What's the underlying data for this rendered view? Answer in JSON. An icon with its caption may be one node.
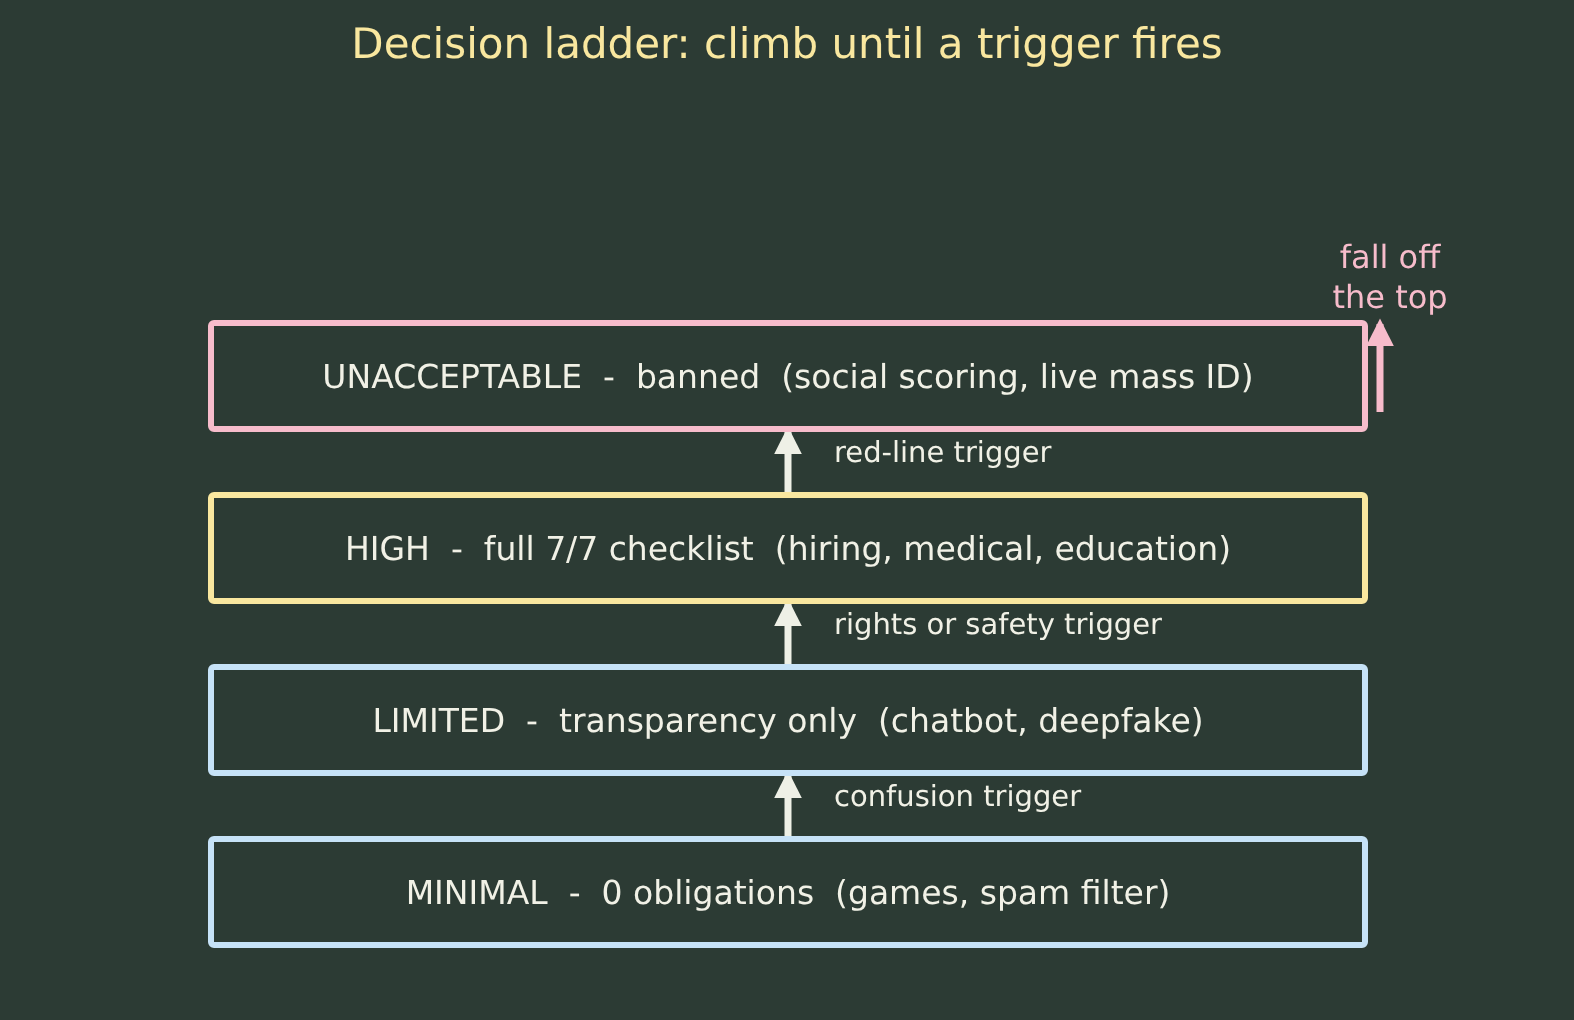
{
  "diagram": {
    "title": "Decision ladder: climb until a trigger fires",
    "nodes": [
      {
        "text": [
          "UNACCEPTABLE  -  banned  (social scoring, live mass ID)"
        ]
      },
      {
        "text": [
          "HIGH  -  full 7/7 checklist  (hiring, medical, education)"
        ]
      },
      {
        "text": [
          "LIMITED  -  transparency only  (chatbot, deepfake)"
        ]
      },
      {
        "text": [
          "MINIMAL  -  0 obligations  (games, spam filter)"
        ]
      },
      {
        "text": [
          "fall off the top"
        ]
      }
    ],
    "edges": [
      {
        "from": 3,
        "to": 2,
        "arrow": "to",
        "label": "confusion trigger"
      },
      {
        "from": 2,
        "to": 1,
        "arrow": "to",
        "label": "rights or safety trigger"
      },
      {
        "from": 1,
        "to": 0,
        "arrow": "to",
        "label": "red-line trigger"
      },
      {
        "from": 0,
        "to": 4,
        "arrow": "to",
        "color": "#f7bccb"
      }
    ]
  }
}
